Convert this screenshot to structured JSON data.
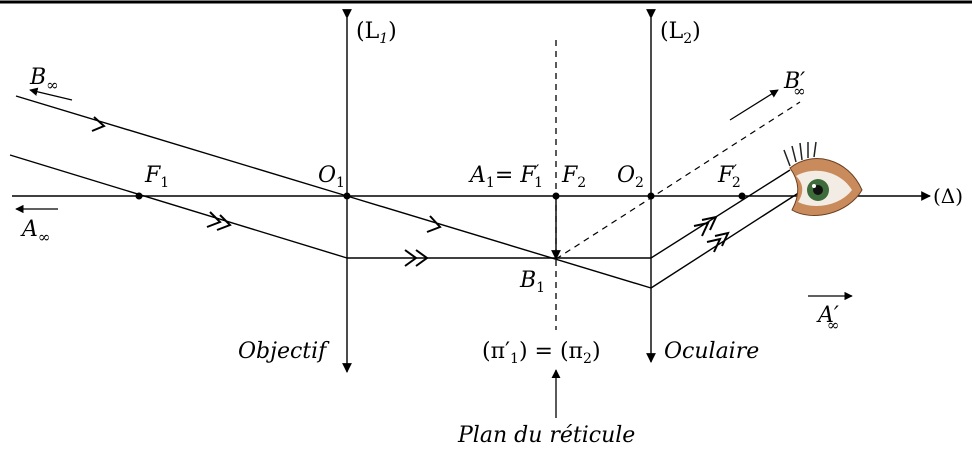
{
  "diagram": {
    "lens1_label": "(L",
    "lens1_sub": "1",
    "lens1_close": ")",
    "lens2_label": "(L",
    "lens2_sub": "2",
    "lens2_close": ")",
    "B_inf": "B",
    "B_inf_sub": "∞",
    "A_inf": "A",
    "A_inf_sub": "∞",
    "F1": "F",
    "F1_sub": "1",
    "O1": "O",
    "O1_sub": "1",
    "A1_F1p": "A",
    "A1_sub": "1",
    "A1_eq": "= F",
    "F1p_sup": "′",
    "F1p_sub": "1",
    "F2": "F",
    "F2_sub": "2",
    "O2": "O",
    "O2_sub": "2",
    "F2p": "F",
    "F2p_sup": "′",
    "F2p_sub": "2",
    "axis": "(Δ)",
    "B1": "B",
    "B1_sub": "1",
    "Bp_inf": "B′",
    "Bp_inf_sub": "∞",
    "Ap_inf": "A′",
    "Ap_inf_sub": "∞",
    "objectif": "Objectif",
    "oculaire": "Oculaire",
    "planes_left": "(π′",
    "planes_left_sub": "1",
    "planes_eq": ") = (π",
    "planes_right_sub": "2",
    "planes_close": ")",
    "plan_reticule": "Plan du réticule"
  },
  "colors": {
    "ink": "#000000",
    "iris": "#3e6b3a",
    "skin": "#c98a5c"
  },
  "icons": [
    "eye-icon"
  ]
}
